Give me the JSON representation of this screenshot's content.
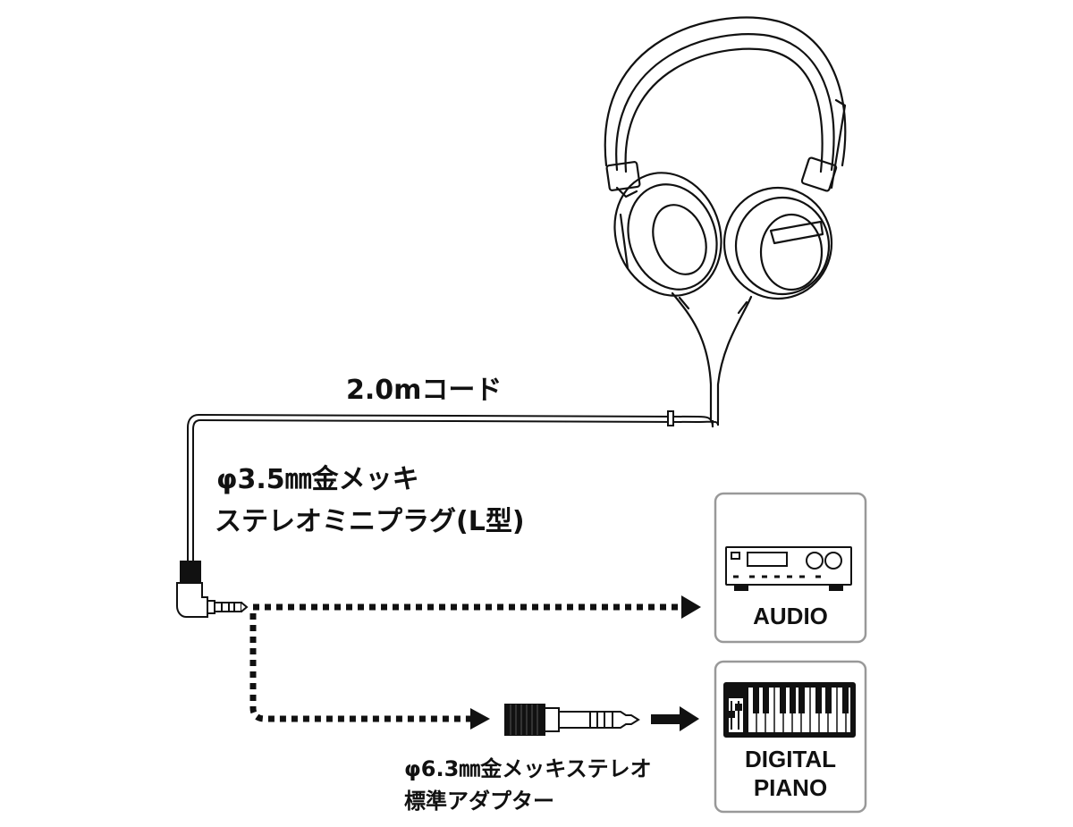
{
  "cord_label": "2.0mコード",
  "plug_label": {
    "line1": "φ3.5㎜金メッキ",
    "line2": "ステレオミニプラグ(L型)"
  },
  "adapter_label": {
    "line1": "φ6.3㎜金メッキステレオ",
    "line2": "標準アダプター"
  },
  "targets": {
    "audio": {
      "label": "AUDIO"
    },
    "piano": {
      "line1": "DIGITAL",
      "line2": "PIANO"
    }
  }
}
